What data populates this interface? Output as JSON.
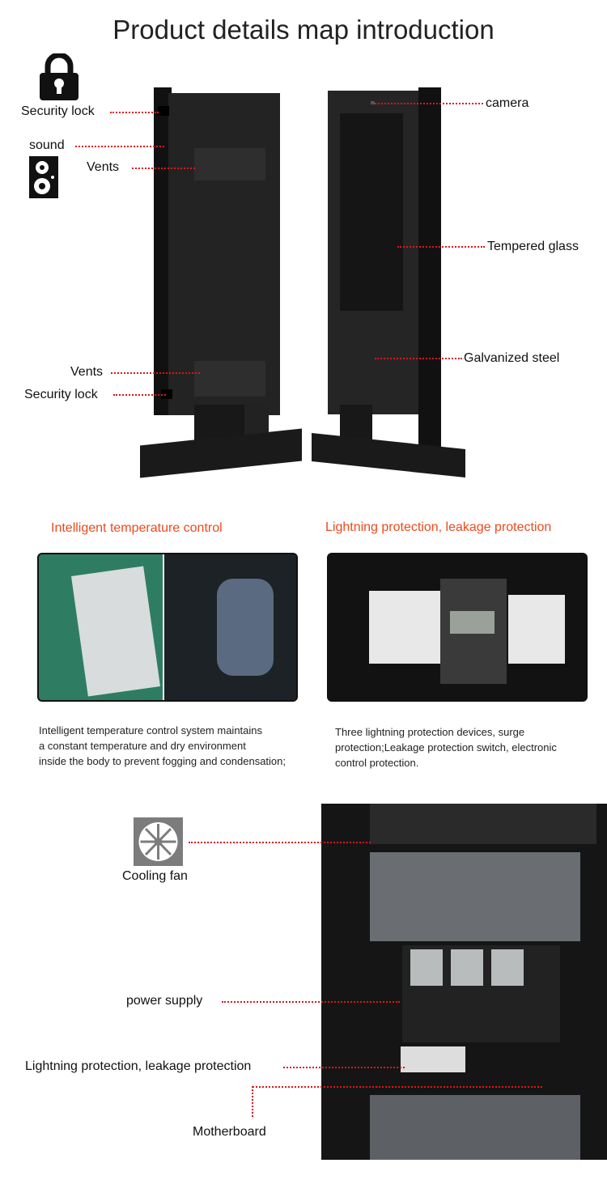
{
  "title": "Product details map introduction",
  "kiosk_labels": {
    "security_lock_top": "Security lock",
    "sound": "sound",
    "vents_top": "Vents",
    "vents_bottom": "Vents",
    "security_lock_bottom": "Security lock",
    "camera": "camera",
    "tempered_glass": "Tempered glass",
    "galvanized_steel": "Galvanized steel"
  },
  "features": [
    {
      "heading": "Intelligent temperature control",
      "lines": [
        "Intelligent temperature control system maintains",
        "a constant temperature and dry environment",
        "inside the body to prevent fogging and condensation;"
      ]
    },
    {
      "heading": "Lightning protection, leakage protection",
      "lines": [
        "Three lightning protection devices, surge",
        "protection;Leakage protection switch, electronic",
        "control protection."
      ]
    }
  ],
  "interior_labels": {
    "cooling_fan": "Cooling fan",
    "power_supply": "power supply",
    "lightning": "Lightning protection, leakage protection",
    "motherboard": "Motherboard"
  },
  "colors": {
    "accent": "#ec4a1c",
    "leader": "#e0141e"
  }
}
